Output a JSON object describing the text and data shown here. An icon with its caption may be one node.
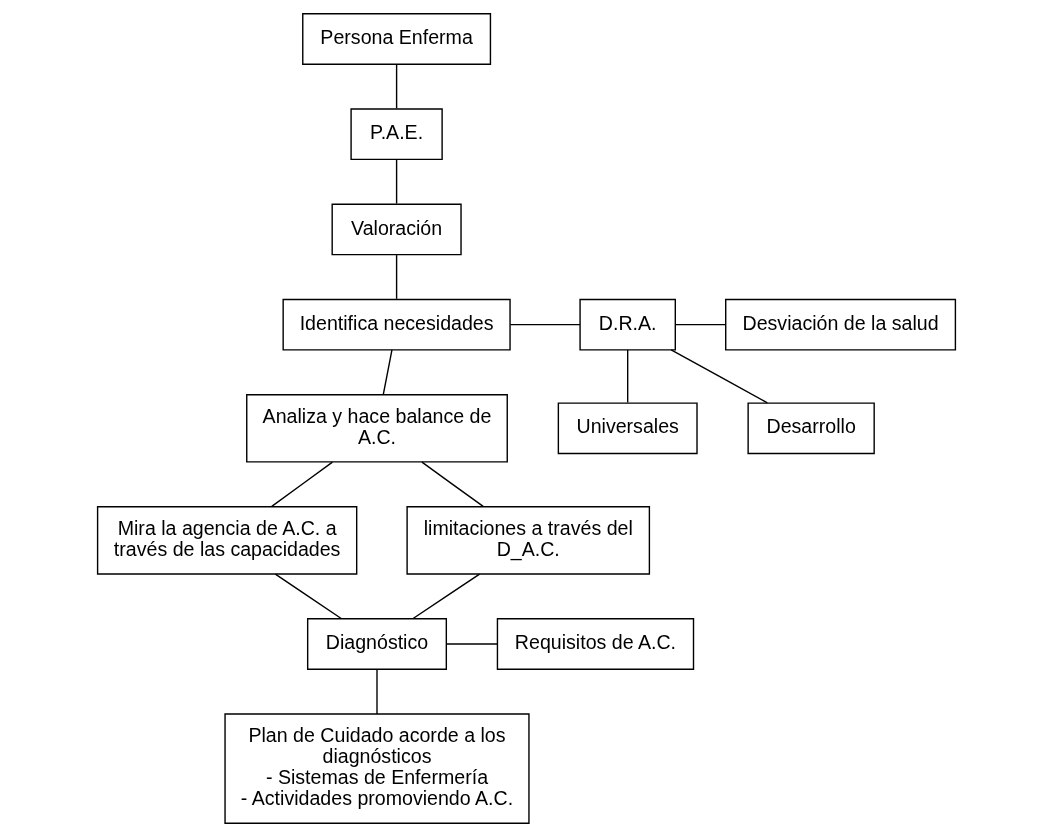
{
  "diagram": {
    "nodes": [
      {
        "text": [
          "Persona Enferma"
        ]
      },
      {
        "text": [
          "P.A.E."
        ]
      },
      {
        "text": [
          "Valoración"
        ]
      },
      {
        "text": [
          "Identifica necesidades"
        ]
      },
      {
        "text": [
          "D.R.A."
        ]
      },
      {
        "text": [
          "Universales"
        ]
      },
      {
        "text": [
          "Desviación de la salud"
        ]
      },
      {
        "text": [
          "Desarrollo"
        ]
      },
      {
        "text": [
          "Analiza y hace balance de A.C."
        ]
      },
      {
        "text": [
          "Mira la agencia de A.C. a través de las capacidades"
        ]
      },
      {
        "text": [
          "limitaciones a través del D_A.C."
        ]
      },
      {
        "text": [
          "Diagnóstico"
        ]
      },
      {
        "text": [
          "Requisitos de A.C."
        ]
      },
      {
        "text": [
          "Plan de Cuidado acorde a los diagnósticos",
          "- Sistemas de Enfermería",
          "- Actividades promoviendo A.C."
        ]
      }
    ],
    "edges": [
      {
        "from": 0,
        "to": 1,
        "arrow": "none"
      },
      {
        "from": 1,
        "to": 2,
        "arrow": "none"
      },
      {
        "from": 2,
        "to": 3,
        "arrow": "none"
      },
      {
        "from": 3,
        "to": 4,
        "arrow": "none"
      },
      {
        "from": 4,
        "to": 5,
        "arrow": "none"
      },
      {
        "from": 4,
        "to": 6,
        "arrow": "none"
      },
      {
        "from": 4,
        "to": 7,
        "arrow": "none"
      },
      {
        "from": 3,
        "to": 8,
        "arrow": "none"
      },
      {
        "from": 8,
        "to": 9,
        "arrow": "none"
      },
      {
        "from": 8,
        "to": 10,
        "arrow": "none"
      },
      {
        "from": 9,
        "to": 11,
        "arrow": "none"
      },
      {
        "from": 10,
        "to": 11,
        "arrow": "none"
      },
      {
        "from": 11,
        "to": 12,
        "arrow": "none"
      },
      {
        "from": 11,
        "to": 13,
        "arrow": "none"
      }
    ]
  }
}
